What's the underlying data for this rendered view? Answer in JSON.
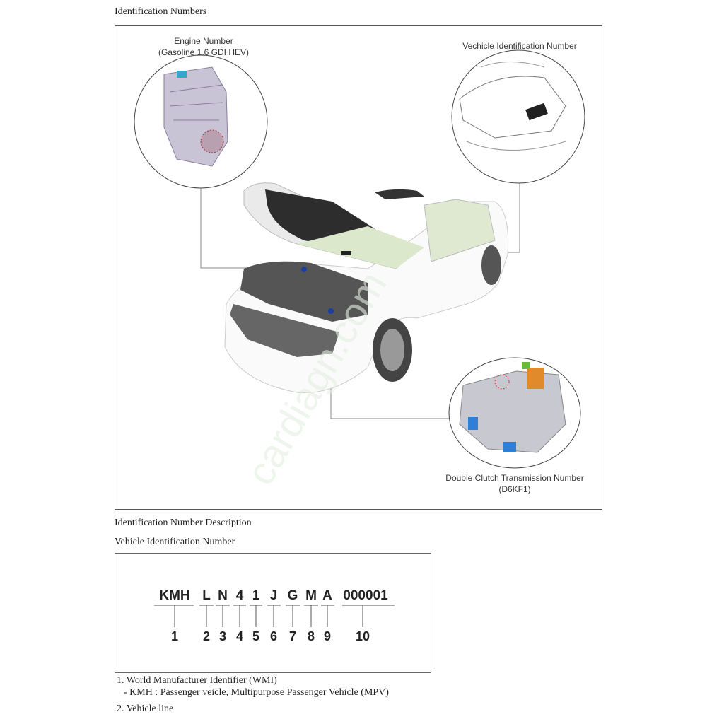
{
  "headings": {
    "title": "Identification Numbers",
    "description": "Identification Number Description",
    "vin_section": "Vehicle Identification Number"
  },
  "figure": {
    "engine_label_1": "Engine Number",
    "engine_label_2": "(Gasoline 1.6 GDI HEV)",
    "vin_label": "Vechicle Identification Number",
    "dct_label_1": "Double Clutch Transmission Number",
    "dct_label_2": "(D6KF1)",
    "watermark": "cardiagn.com"
  },
  "vin": {
    "chars": [
      "KMH",
      "L",
      "N",
      "4",
      "1",
      "J",
      "G",
      "M",
      "A",
      "000001"
    ],
    "positions": [
      "1",
      "2",
      "3",
      "4",
      "5",
      "6",
      "7",
      "8",
      "9",
      "10"
    ]
  },
  "descriptions": {
    "item1": "1. World Manufacturer Identifier (WMI)",
    "item1_sub": "- KMH : Passenger veicle, Multipurpose Passenger Vehicle (MPV)",
    "item2": "2. Vehicle line"
  }
}
